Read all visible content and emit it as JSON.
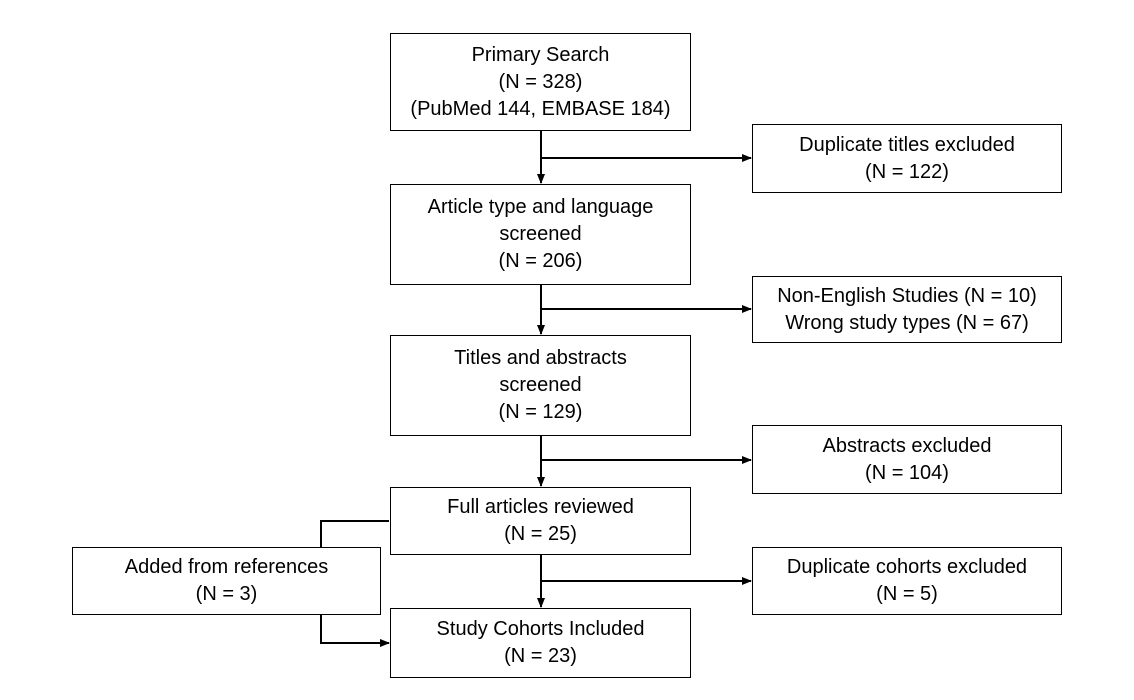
{
  "boxes": {
    "primary_search": {
      "lines": [
        "Primary Search",
        "(N = 328)",
        "(PubMed 144, EMBASE 184)"
      ]
    },
    "duplicate_titles": {
      "lines": [
        "Duplicate titles excluded",
        "(N = 122)"
      ]
    },
    "article_type": {
      "lines": [
        "Article type and language",
        "screened",
        "(N = 206)"
      ]
    },
    "non_english": {
      "lines": [
        "Non-English Studies (N = 10)",
        "Wrong study types (N = 67)"
      ]
    },
    "titles_abstracts": {
      "lines": [
        "Titles and abstracts",
        "screened",
        "(N = 129)"
      ]
    },
    "abstracts_excluded": {
      "lines": [
        "Abstracts excluded",
        "(N = 104)"
      ]
    },
    "full_articles": {
      "lines": [
        "Full articles reviewed",
        "(N = 25)"
      ]
    },
    "added_references": {
      "lines": [
        "Added from references",
        "(N = 3)"
      ]
    },
    "duplicate_cohorts": {
      "lines": [
        "Duplicate cohorts excluded",
        "(N = 5)"
      ]
    },
    "study_cohorts": {
      "lines": [
        "Study Cohorts Included",
        "(N = 23)"
      ]
    }
  },
  "colors": {
    "stroke": "#000000",
    "background": "#ffffff"
  }
}
